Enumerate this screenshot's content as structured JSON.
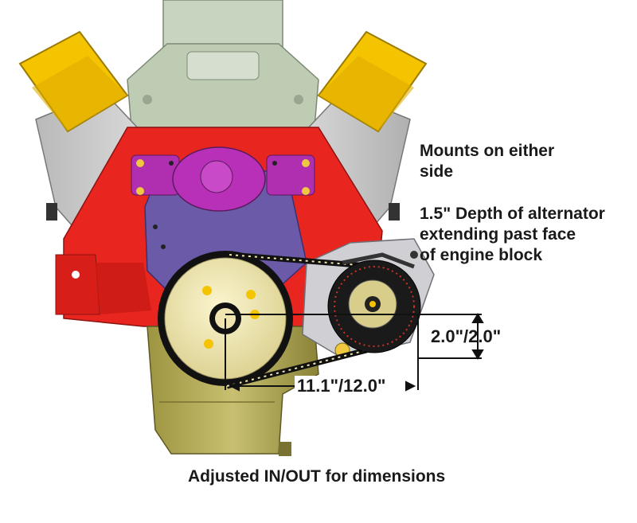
{
  "annotations": {
    "mount_line1": "Mounts on either",
    "mount_line2": "side",
    "depth_line1": "1.5\" Depth of alternator",
    "depth_line2": "extending past face",
    "depth_line3": "of engine block"
  },
  "dimensions": {
    "vertical": "2.0\"/2.0\"",
    "horizontal": "11.1\"/12.0\""
  },
  "caption": "Adjusted IN/OUT for dimensions",
  "colors": {
    "block_red": "#e8251f",
    "valve_cover_yellow": "#f5c400",
    "head_gray": "#c9c9c9",
    "intake_green": "#c8d4bf",
    "timing_cover_purple": "#6a5aa8",
    "water_pump_magenta": "#b02eb0",
    "pan_olive": "#b5ad5a",
    "pulley_cream": "#efe6b0",
    "belt_black": "#111111",
    "bracket_silver": "#cfcfd4"
  }
}
